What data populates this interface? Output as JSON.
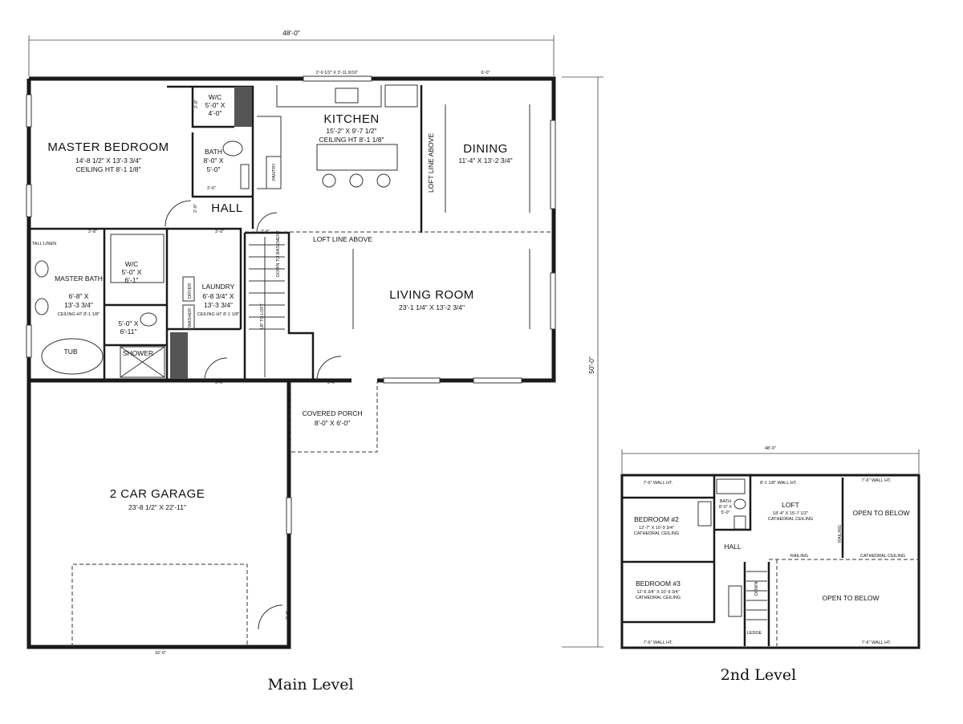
{
  "main": {
    "overall_width": "48'-0\"",
    "overall_depth": "50'-0\"",
    "garage_door_width": "16'-0\"",
    "kitchen_window": "2'-9 1/2\" X 3'-11 9/16\"",
    "top_opening": "6'-0\"",
    "rooms": {
      "master_bedroom": {
        "name": "MASTER BEDROOM",
        "dims": "14'-8 1/2\" X 13'-3 3/4\"",
        "ceiling": "CEILING HT 8'-1 1/8\""
      },
      "wic1": {
        "name": "W/C",
        "dims": "5'-0\" X",
        "dims2": "4'-0\""
      },
      "bath": {
        "name": "BATH",
        "dims": "8'-0\" X",
        "dims2": "5'-0\""
      },
      "kitchen": {
        "name": "KITCHEN",
        "dims": "15'-2\" X 9'-7 1/2\"",
        "ceiling": "CEILING HT 8'-1 1/8\""
      },
      "dining": {
        "name": "DINING",
        "dims": "11'-4\" X 13'-2 3/4\""
      },
      "hall": {
        "name": "HALL"
      },
      "master_bath": {
        "name": "MASTER BATH",
        "dims": "6'-8\" X",
        "dims2": "13'-3 3/4\"",
        "ceiling": "CEILING HT 8'-1 1/8\""
      },
      "wic2": {
        "name": "W/C",
        "dims": "5'-0\" X",
        "dims2": "6'-1\""
      },
      "wc": {
        "dims": "5'-0\" X",
        "dims2": "6'-11\""
      },
      "laundry": {
        "name": "LAUNDRY",
        "dims": "6'-8 3/4\" X",
        "dims2": "13'-3 3/4\"",
        "ceiling": "CEILING HT 8'-1 1/8\""
      },
      "living": {
        "name": "LIVING ROOM",
        "dims": "23'-1 1/4\" X 13'-2 3/4\""
      },
      "garage": {
        "name": "2 CAR GARAGE",
        "dims": "23'-8 1/2\" X 22'-11\""
      },
      "porch": {
        "name": "COVERED PORCH",
        "dims": "8'-0\" X 6'-0\""
      }
    },
    "labels": {
      "loft_line_above": "LOFT LINE ABOVE",
      "loft_line_above_v": "LOFT LINE ABOVE",
      "tall_linen": "TALL LINEN",
      "tub": "TUB",
      "shower": "SHOWER",
      "pantry": "PANTRY",
      "dryer": "DRYER",
      "washer": "WASHER",
      "up_to_loft": "UP TO LOFT",
      "down_to_basement": "DOWN TO BASEMENT",
      "door_28a": "2'-8\"",
      "door_28b": "2'-8\"",
      "door_28c": "2'-8\"",
      "door_30a": "3'-0\"",
      "door_30b": "3'-0\"",
      "door_30c": "3'-0\"",
      "door_30d": "3'-0\"",
      "door_26": "2'-6\"",
      "door_24": "2'-4\""
    }
  },
  "upper": {
    "overall_width": "48'-0\"",
    "rooms": {
      "bedroom2": {
        "name": "BEDROOM #2",
        "dims": "12'-7\" X 10'-9 3/4\"",
        "ceiling": "CATHEDRAL CEILING"
      },
      "bedroom3": {
        "name": "BEDROOM #3",
        "dims": "12'-6 3/4\" X 10'-9 3/4\"",
        "ceiling": "CATHEDRAL CEILING"
      },
      "loft": {
        "name": "LOFT",
        "dims": "18'-4\" X 15'-7 1/2\"",
        "ceiling": "CATHEDRAL CEILING"
      },
      "bath": {
        "name": "BATH",
        "dims": "8'-0\" X",
        "dims2": "5'-0\""
      },
      "hall": {
        "name": "HALL"
      },
      "open1": {
        "name": "OPEN TO BELOW"
      },
      "open2": {
        "name": "OPEN TO BELOW"
      }
    },
    "labels": {
      "wall_ht_1": "7'-6\" WALL HT.",
      "wall_ht_2": "8'-1 1/8\" WALL HT.",
      "wall_ht_3": "7'-6\" WALL HT.",
      "wall_ht_4": "7'-6\" WALL HT.",
      "wall_ht_5": "7'-6\" WALL HT.",
      "railing1": "RAILING",
      "railing2": "RAILING",
      "cathedral": "CATHEDRAL CEILING",
      "ledge": "LEDGE",
      "down": "DOWN"
    }
  },
  "captions": {
    "main": "Main Level",
    "upper": "2nd Level"
  }
}
